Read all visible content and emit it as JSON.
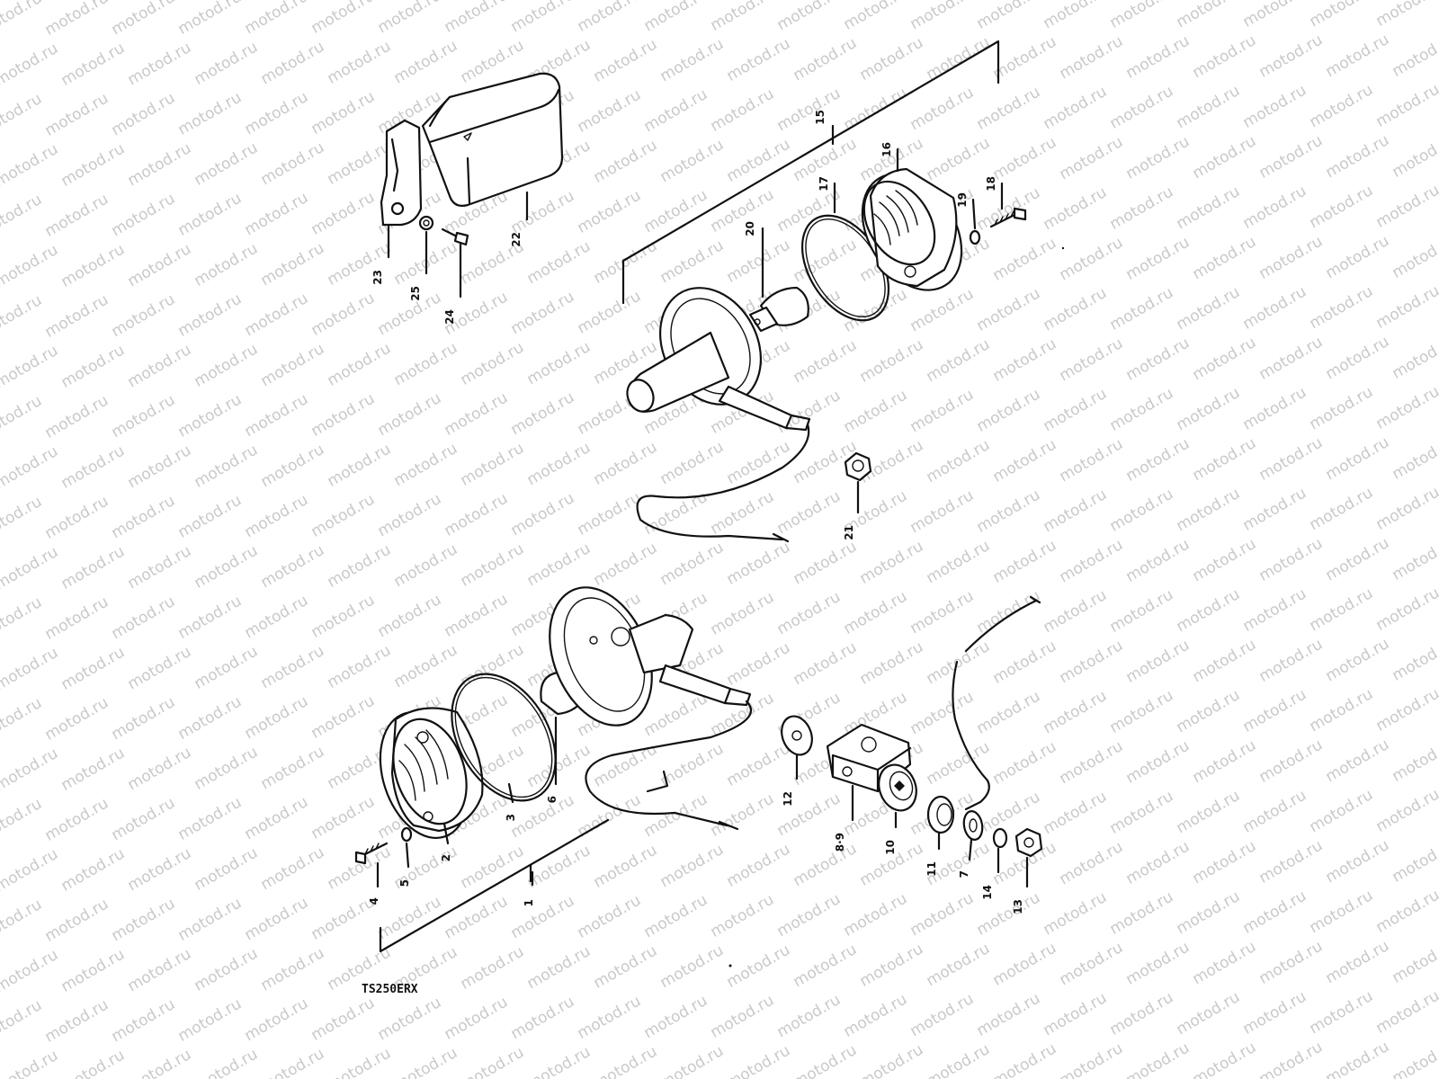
{
  "watermark": {
    "text": "motod.ru"
  },
  "model_code": "TS250ERX",
  "callouts": [
    {
      "n": "1"
    },
    {
      "n": "2"
    },
    {
      "n": "3"
    },
    {
      "n": "4"
    },
    {
      "n": "5"
    },
    {
      "n": "6"
    },
    {
      "n": "7"
    },
    {
      "n": "8·9"
    },
    {
      "n": "10"
    },
    {
      "n": "11"
    },
    {
      "n": "12"
    },
    {
      "n": "13"
    },
    {
      "n": "14"
    },
    {
      "n": "15"
    },
    {
      "n": "16"
    },
    {
      "n": "17"
    },
    {
      "n": "18"
    },
    {
      "n": "19"
    },
    {
      "n": "20"
    },
    {
      "n": "21"
    },
    {
      "n": "22"
    },
    {
      "n": "23"
    },
    {
      "n": "24"
    },
    {
      "n": "25"
    }
  ],
  "colors": {
    "ink": "#111111",
    "watermark": "#c9c9c9",
    "background": "#ffffff"
  }
}
